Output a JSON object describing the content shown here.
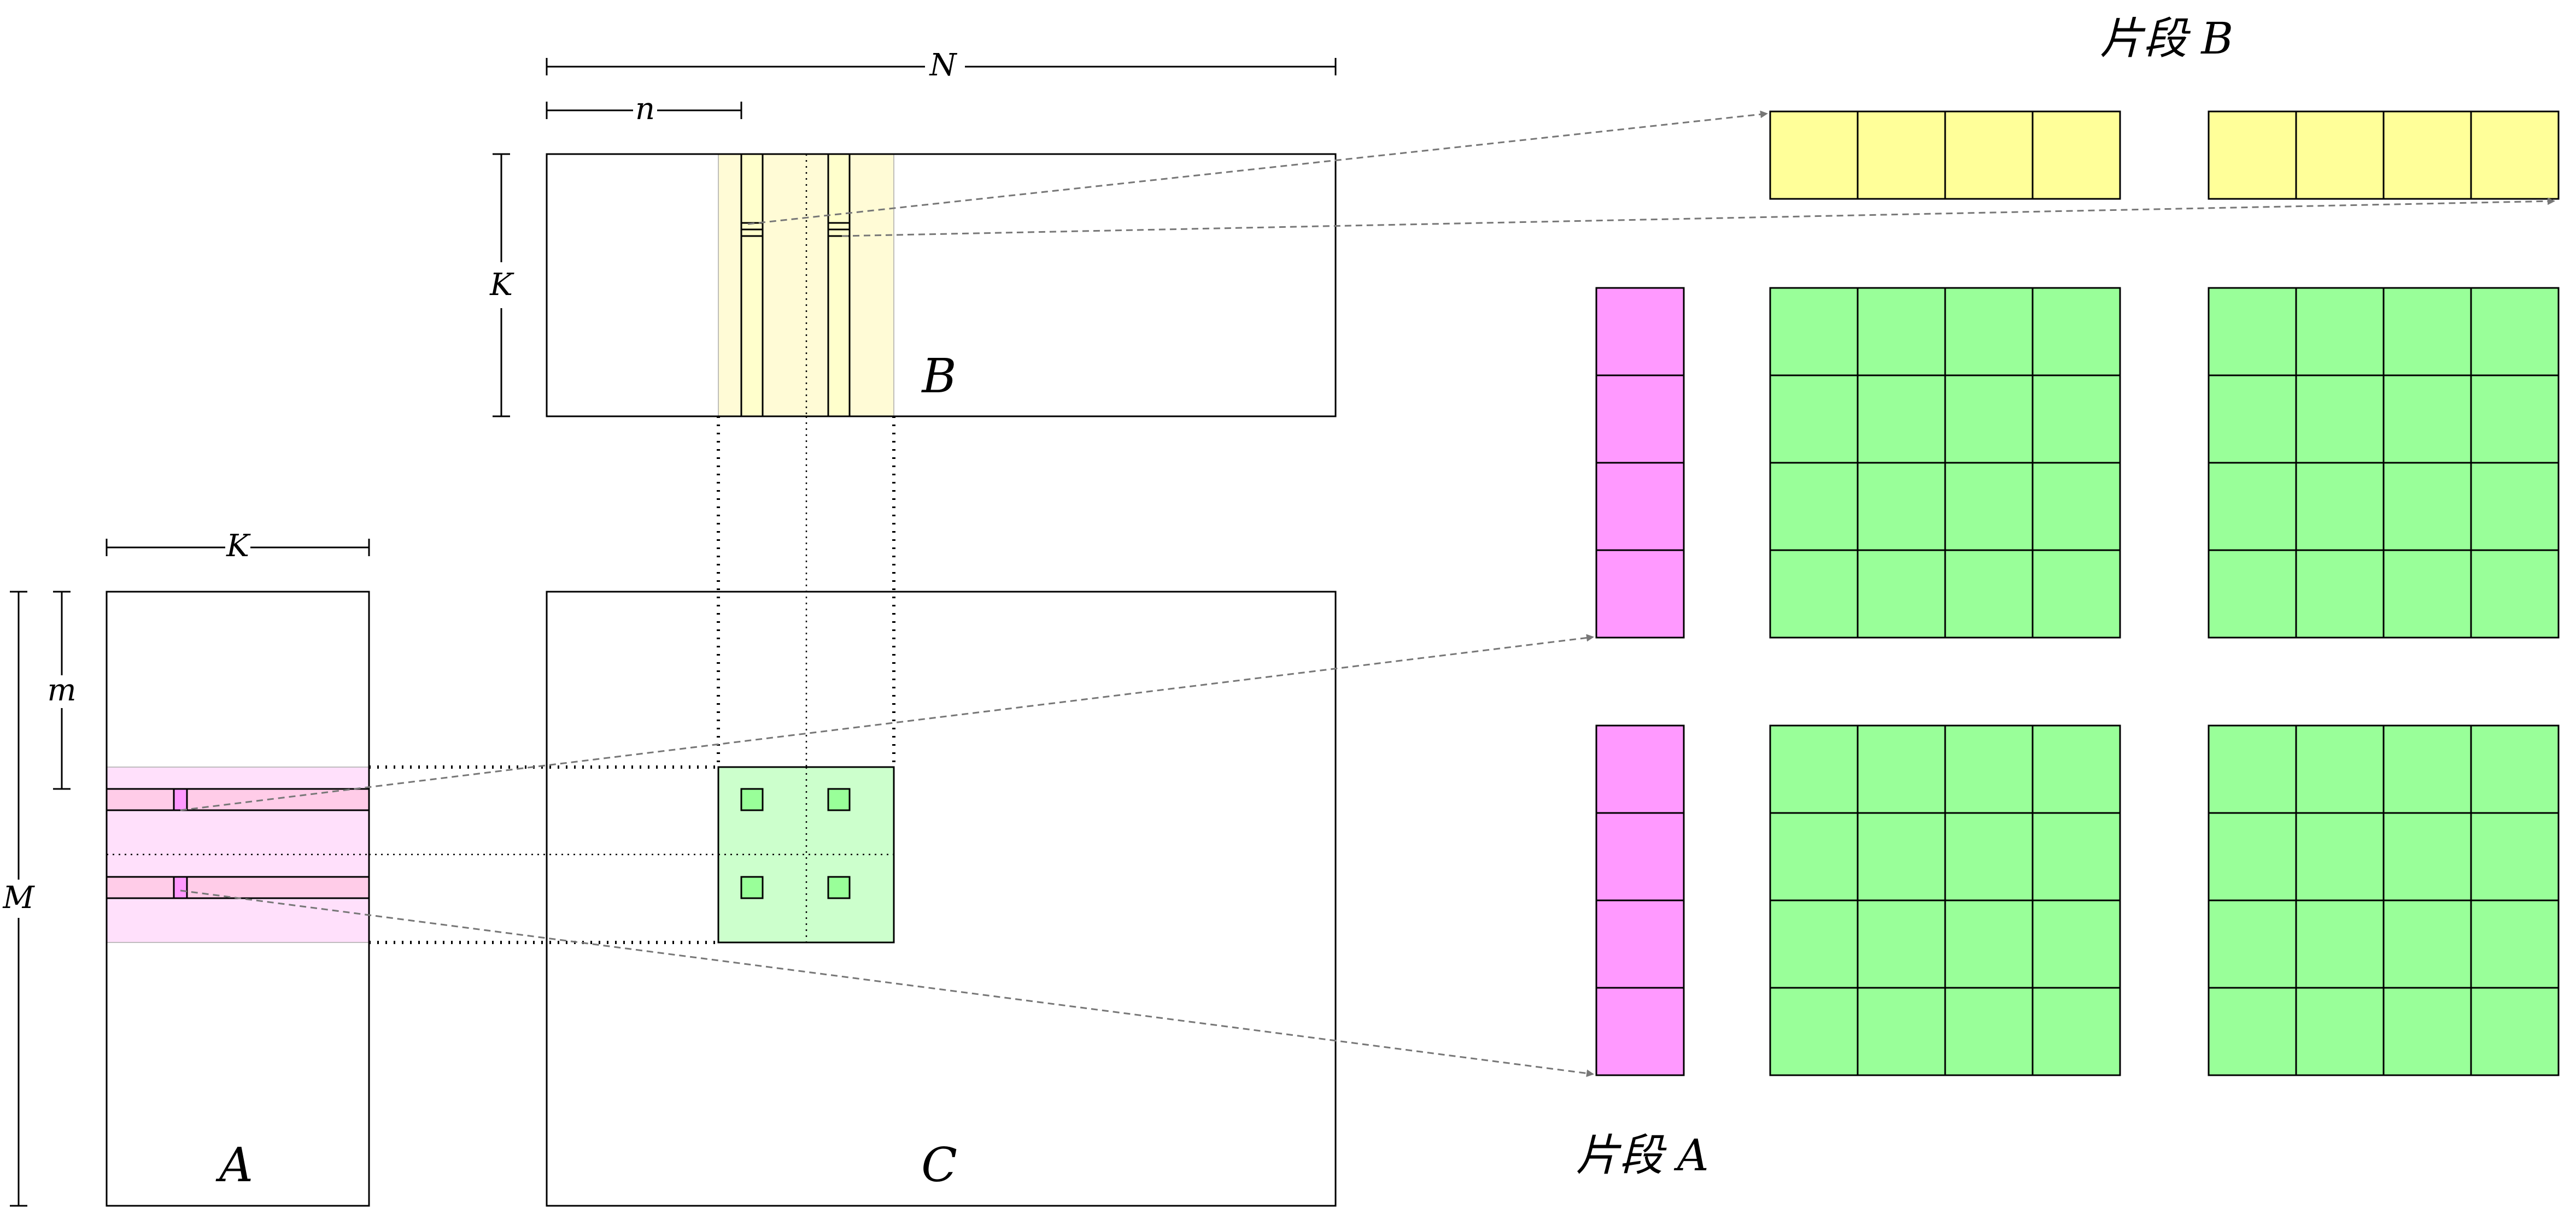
{
  "labels": {
    "matrix_a": "A",
    "matrix_b": "B",
    "matrix_c": "C",
    "dim_N": "N",
    "dim_n": "n",
    "dim_K_top": "K",
    "dim_K_left": "K",
    "dim_M": "M",
    "dim_m": "m",
    "fragment_b": "片段 B",
    "fragment_a": "片段 A"
  },
  "colors": {
    "fragment_b_fill": "#ffff99",
    "fragment_a_fill": "#ff99ff",
    "accumulator_fill": "#99ff99",
    "b_tile_highlight": "#fffbd6",
    "a_tile_highlight": "#ffe0fb",
    "c_tile_highlight": "#ccffcc",
    "a_strip_fill": "#ffcce8",
    "b_strip_fill": "#ffffcc",
    "arrow_color": "#777777"
  },
  "fragments": {
    "b_count": 2,
    "b_cells_per_fragment": 4,
    "a_count": 2,
    "a_cells_per_fragment": 4,
    "accumulator_grid": "4x4",
    "accumulator_count": 4
  }
}
